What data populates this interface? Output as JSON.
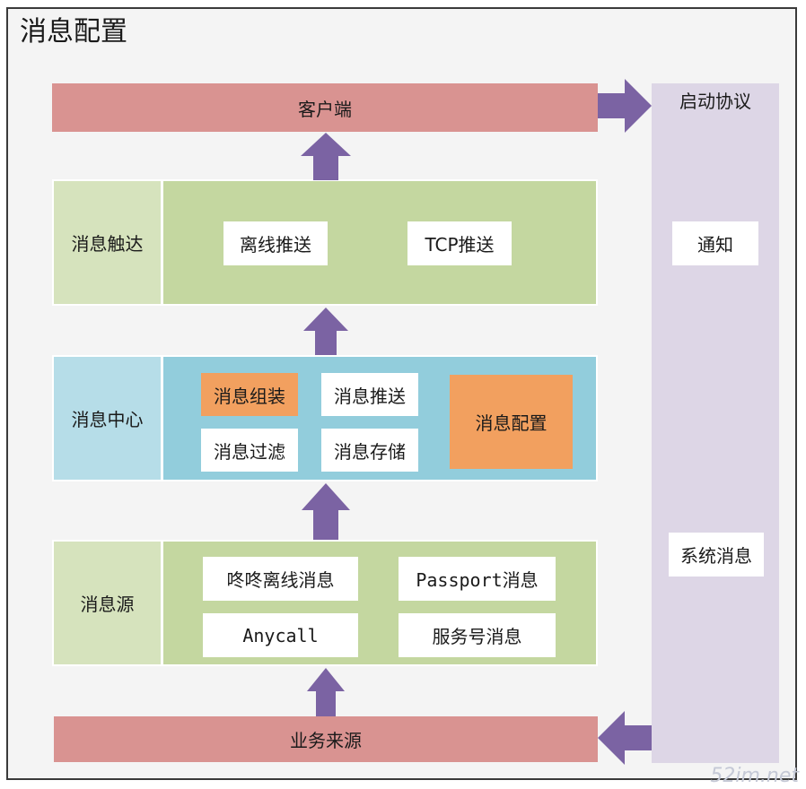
{
  "title": "消息配置",
  "colors": {
    "band": "#d99391",
    "green_panel": "#c4d7a0",
    "green_label": "#d6e3bd",
    "blue_panel": "#92cddc",
    "blue_label": "#b6dde8",
    "orange": "#f2a05f",
    "side": "#ddd6e6",
    "arrow": "#7b63a3"
  },
  "client": "客户端",
  "protocol": {
    "title": "启动协议",
    "items": [
      "通知",
      "系统消息"
    ]
  },
  "reach": {
    "label": "消息触达",
    "items": [
      "离线推送",
      "TCP推送"
    ]
  },
  "center": {
    "label": "消息中心",
    "items": [
      "消息组装",
      "消息推送",
      "消息过滤",
      "消息存储"
    ],
    "config": "消息配置"
  },
  "source": {
    "label": "消息源",
    "items": [
      "咚咚离线消息",
      "Passport消息",
      "Anycall",
      "服务号消息"
    ]
  },
  "business": "业务来源",
  "watermark": "52im.net"
}
